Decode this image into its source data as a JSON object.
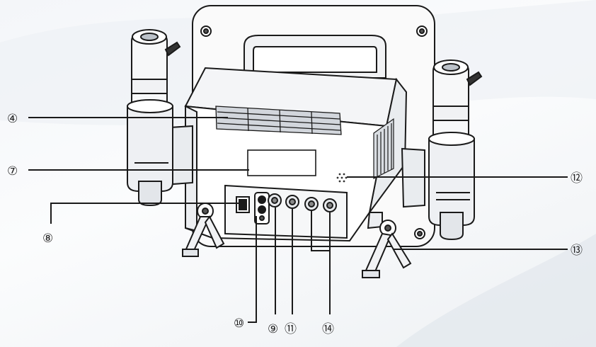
{
  "diagram": {
    "subject": "monitor unit rear view with two probes in side holders",
    "line_color": "#1a1a1a",
    "fill_color": "#ffffff",
    "shade_color": "#d9dde2",
    "callouts": [
      {
        "id": "4",
        "label": "④"
      },
      {
        "id": "7",
        "label": "⑦"
      },
      {
        "id": "8",
        "label": "⑧"
      },
      {
        "id": "9",
        "label": "⑨"
      },
      {
        "id": "10",
        "label": "⑩"
      },
      {
        "id": "11",
        "label": "⑪"
      },
      {
        "id": "12",
        "label": "⑫"
      },
      {
        "id": "13",
        "label": "⑬"
      },
      {
        "id": "14",
        "label": "⑭"
      }
    ]
  }
}
